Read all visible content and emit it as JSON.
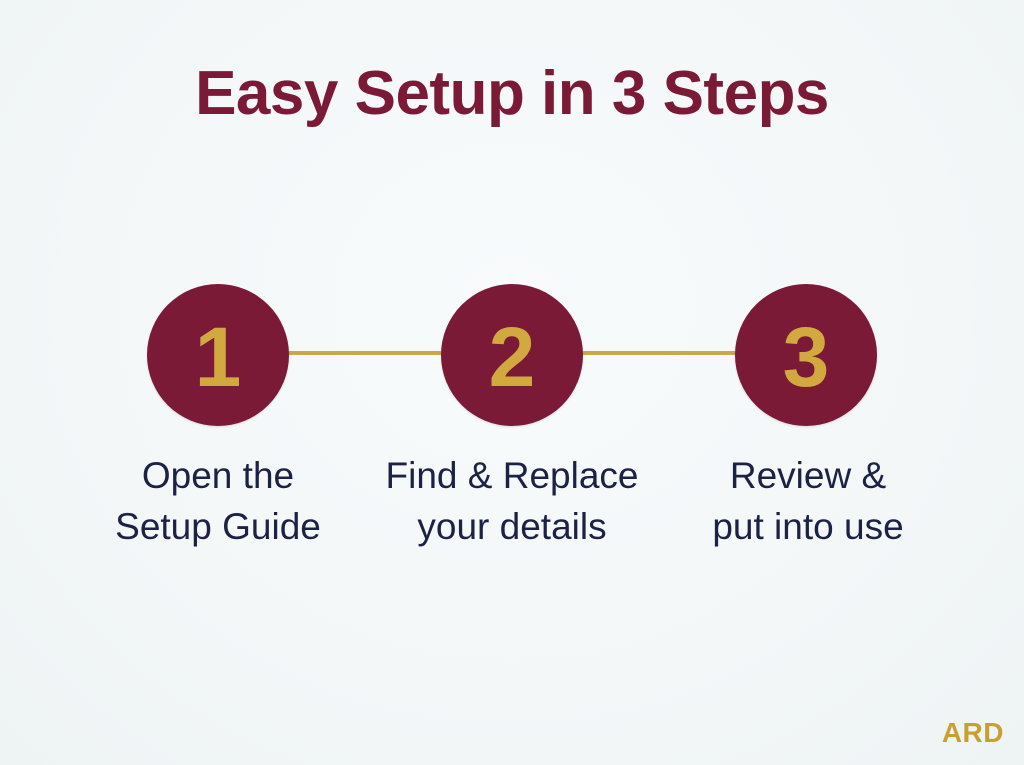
{
  "title": "Easy Setup in 3 Steps",
  "colors": {
    "title": "#7a1a36",
    "circle_fill": "#7a1a36",
    "number": "#d2a93f",
    "connector": "#c9a84a",
    "label": "#1b2244",
    "brand": "#c9a030",
    "background": "#f4f8f9"
  },
  "steps": [
    {
      "number": "1",
      "label_line1": "Open the",
      "label_line2": "Setup Guide"
    },
    {
      "number": "2",
      "label_line1": "Find & Replace",
      "label_line2": "your details"
    },
    {
      "number": "3",
      "label_line1": "Review &",
      "label_line2": "put into use"
    }
  ],
  "brand": "ARD"
}
